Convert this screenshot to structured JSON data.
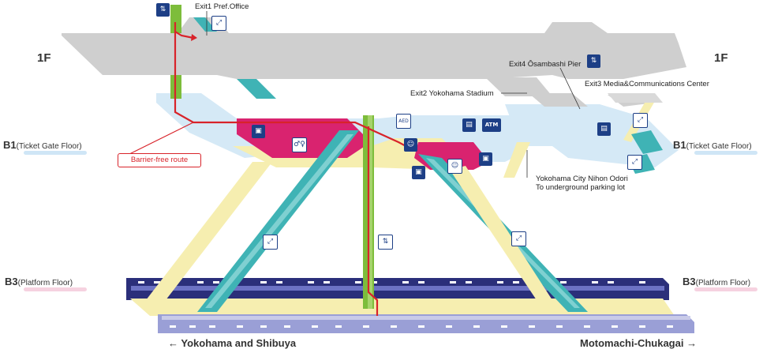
{
  "floors": {
    "f1_left": "1F",
    "f1_right": "1F",
    "b1_left": {
      "main": "B1",
      "sub": "(Ticket Gate Floor)"
    },
    "b1_right": {
      "main": "B1",
      "sub": "(Ticket Gate Floor)"
    },
    "b3_left": {
      "main": "B3",
      "sub": "(Platform Floor)"
    },
    "b3_right": {
      "main": "B3",
      "sub": "(Platform Floor)"
    }
  },
  "exits": {
    "exit1": "Exit1 Pref.Office",
    "exit2": "Exit2 Yokohama Stadium",
    "exit3": "Exit3 Media&Communications Center",
    "exit4": "Exit4 Ōsambashi Pier",
    "parking_line1": "Yokohama City Nihon Odori",
    "parking_line2": "To underground parking lot"
  },
  "legend": {
    "barrier_free": "Barrier-free route"
  },
  "directions": {
    "left": "← Yokohama and Shibuya",
    "right": "Motomachi-Chukagai →"
  },
  "icons": {
    "aed": "AED",
    "atm": "ATM"
  },
  "colors": {
    "slab_gray": "#cfcfcf",
    "concourse_blue": "#d5e9f6",
    "pink": "#d9236f",
    "cream": "#f6eeb0",
    "teal": "#3fb3b5",
    "green": "#7dbd3b",
    "route_red": "#d8232a",
    "train_navy": "#2b2f7a",
    "icon_navy": "#1d3f86"
  }
}
